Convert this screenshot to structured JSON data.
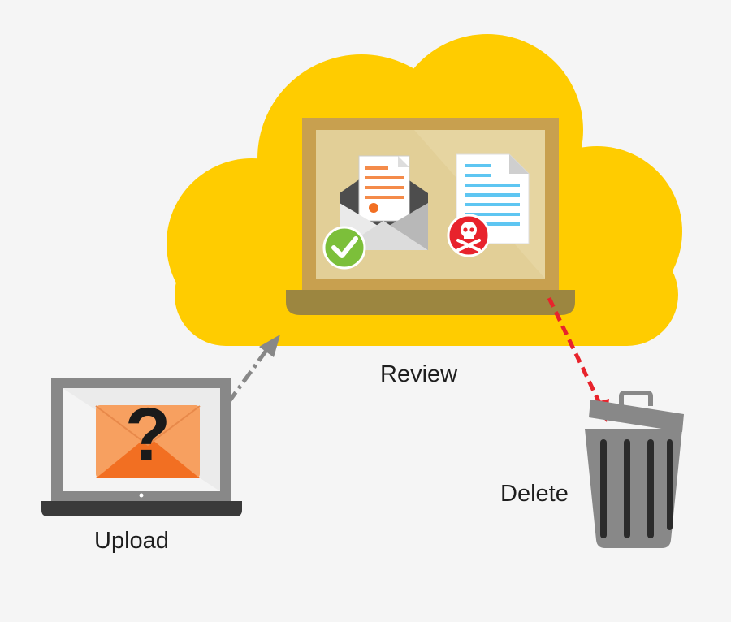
{
  "labels": {
    "upload": "Upload",
    "review": "Review",
    "delete": "Delete"
  },
  "colors": {
    "background": "#f5f5f5",
    "cloud": "#ffcc00",
    "laptop_frame": "#c8a04f",
    "laptop_screen": "#e2cf97",
    "laptop_base": "#9c8640",
    "envelope_orange": "#f7a060",
    "envelope_orange_dark": "#f26f22",
    "check_green": "#7cbf3a",
    "danger_red": "#e8232c",
    "doc_lines_blue": "#5ec6f2",
    "doc_lines_orange": "#f48b4a",
    "upload_arrow": "#888888",
    "delete_arrow": "#e8232c",
    "trash_gray": "#888888"
  },
  "icons": [
    "cloud-icon",
    "laptop-icon",
    "open-envelope-icon",
    "document-icon",
    "checkmark-icon",
    "skull-crossbones-icon",
    "question-mark-envelope-icon",
    "trash-can-icon"
  ]
}
